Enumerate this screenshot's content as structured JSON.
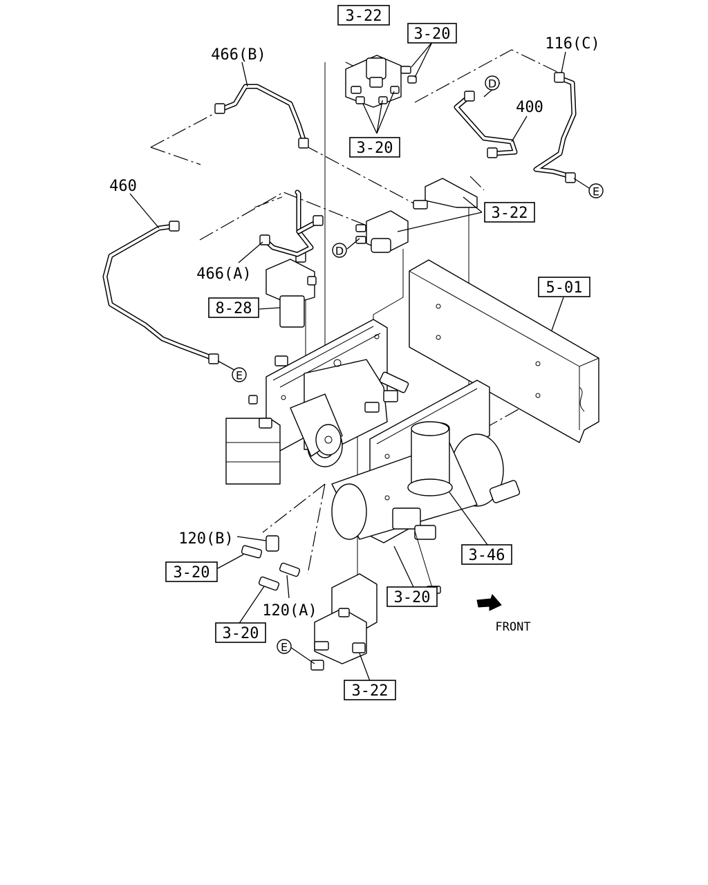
{
  "labels": {
    "ref_3_22_top": "3-22",
    "ref_3_20_top": "3-20",
    "ref_3_20_mid": "3-20",
    "ref_3_22_right": "3-22",
    "ref_8_28": "8-28",
    "ref_5_01": "5-01",
    "ref_3_46": "3-46",
    "ref_3_20_left": "3-20",
    "ref_3_20_center": "3-20",
    "ref_3_20_bottom": "3-20",
    "ref_3_22_bottom": "3-22",
    "part_466b": "466(B)",
    "part_466a": "466(A)",
    "part_116c": "116(C)",
    "part_400": "400",
    "part_460": "460",
    "part_120b": "120(B)",
    "part_120a": "120(A)",
    "front": "FRONT",
    "ref_d_1": "D",
    "ref_d_2": "D",
    "ref_e_1": "E",
    "ref_e_2": "E",
    "ref_e_3": "E"
  }
}
